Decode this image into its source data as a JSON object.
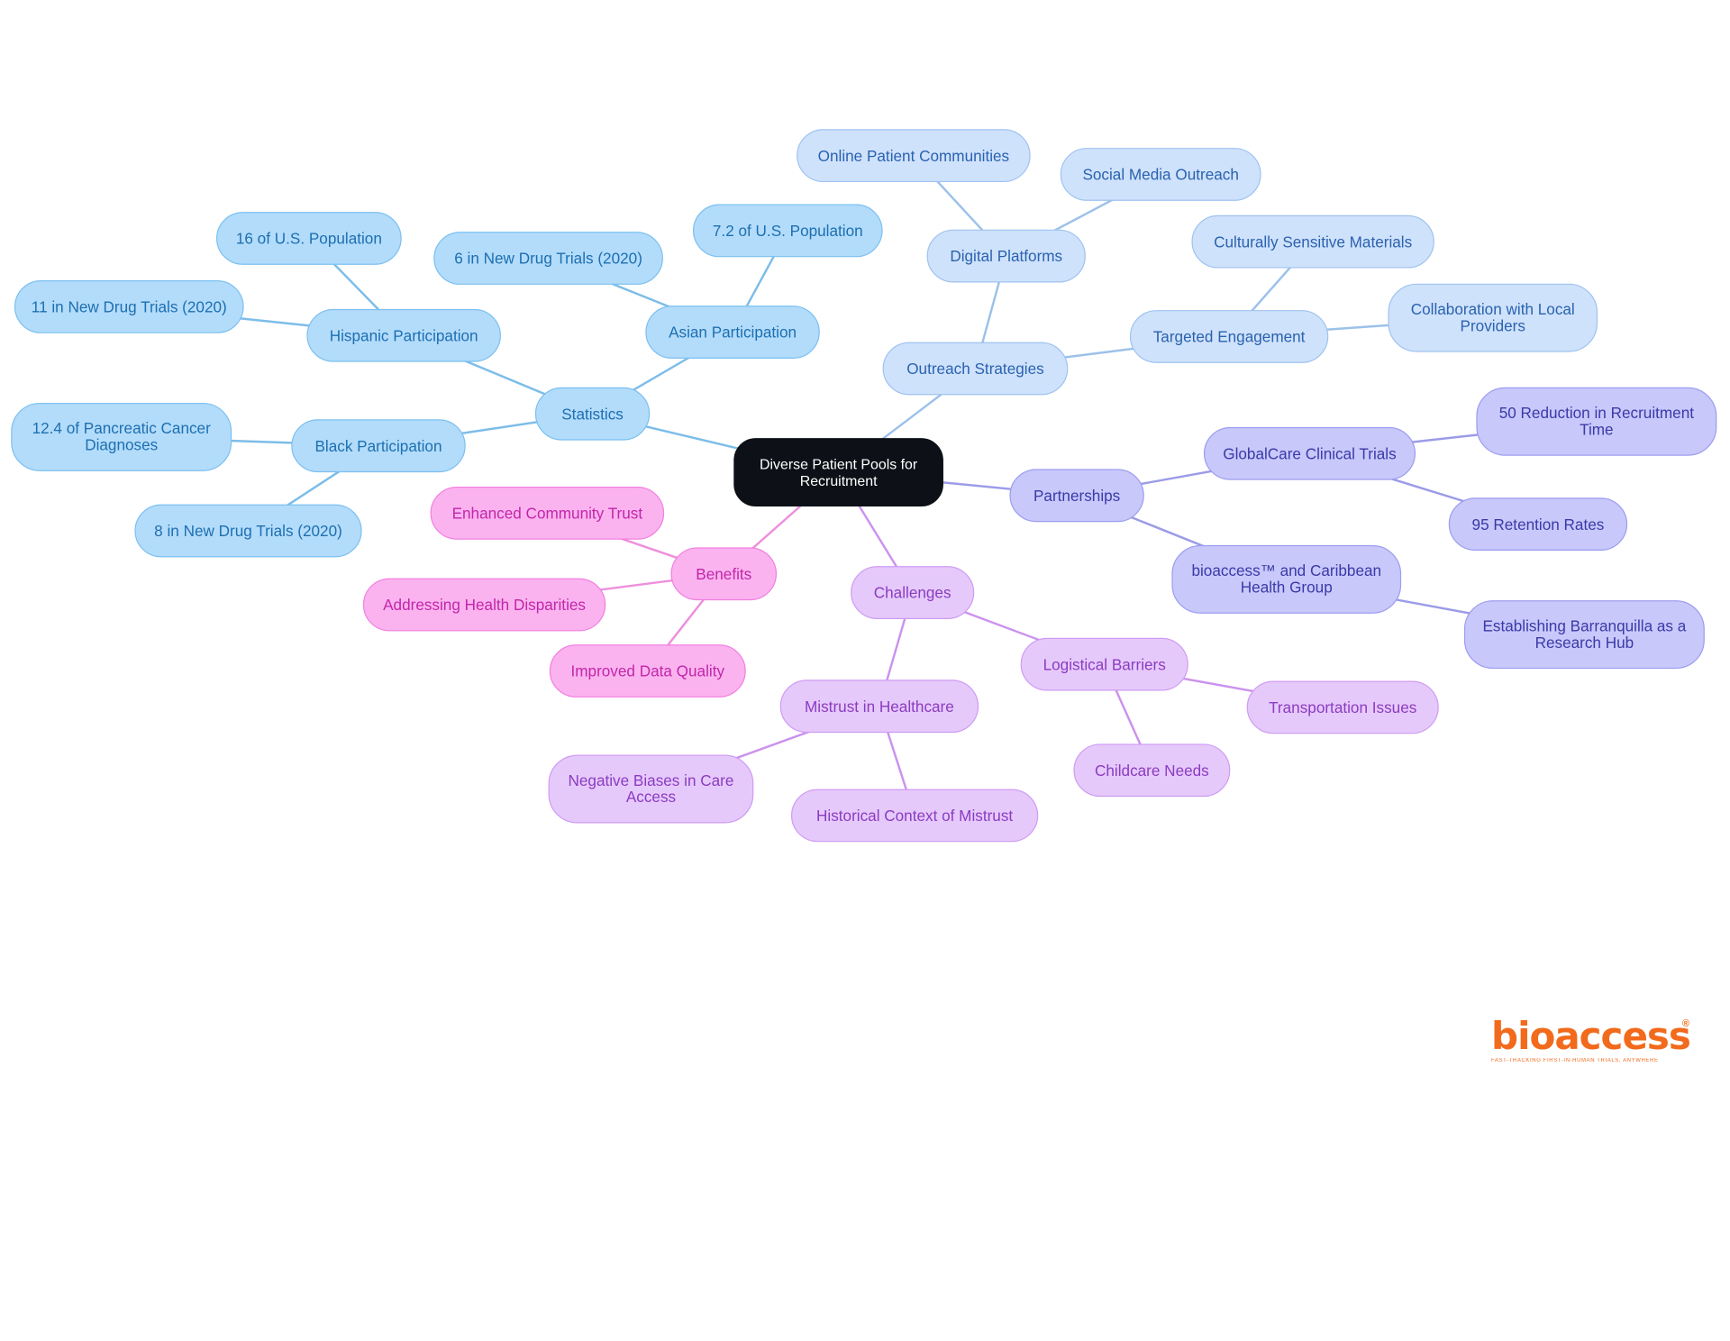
{
  "root": {
    "label": "Diverse Patient Pools for Recruitment"
  },
  "branches": [
    {
      "id": "statistics",
      "label": "Statistics",
      "children": [
        {
          "id": "hispanic",
          "label": "Hispanic Participation",
          "children": [
            {
              "id": "hisp-pop",
              "label": "16 of U.S. Population"
            },
            {
              "id": "hisp-trials",
              "label": "11 in New Drug Trials (2020)"
            }
          ]
        },
        {
          "id": "asian",
          "label": "Asian Participation",
          "children": [
            {
              "id": "asian-trials",
              "label": "6 in New Drug Trials (2020)"
            },
            {
              "id": "asian-pop",
              "label": "7.2 of U.S. Population"
            }
          ]
        },
        {
          "id": "black",
          "label": "Black Participation",
          "children": [
            {
              "id": "black-pancreatic",
              "label": "12.4 of Pancreatic Cancer Diagnoses"
            },
            {
              "id": "black-trials",
              "label": "8 in New Drug Trials (2020)"
            }
          ]
        }
      ]
    },
    {
      "id": "outreach",
      "label": "Outreach Strategies",
      "children": [
        {
          "id": "digital",
          "label": "Digital Platforms",
          "children": [
            {
              "id": "online-communities",
              "label": "Online Patient Communities"
            },
            {
              "id": "social-media",
              "label": "Social Media Outreach"
            }
          ]
        },
        {
          "id": "targeted",
          "label": "Targeted Engagement",
          "children": [
            {
              "id": "culturally-sensitive",
              "label": "Culturally Sensitive Materials"
            },
            {
              "id": "local-providers",
              "label": "Collaboration with Local Providers"
            }
          ]
        }
      ]
    },
    {
      "id": "partnerships",
      "label": "Partnerships",
      "children": [
        {
          "id": "globalcare",
          "label": "GlobalCare Clinical Trials",
          "children": [
            {
              "id": "recruitment-time",
              "label": "50 Reduction in Recruitment Time"
            },
            {
              "id": "retention",
              "label": "95 Retention Rates"
            }
          ]
        },
        {
          "id": "bioaccess-caribbean",
          "label": "bioaccess™ and Caribbean Health Group",
          "children": [
            {
              "id": "barranquilla",
              "label": "Establishing Barranquilla as a Research Hub"
            }
          ]
        }
      ]
    },
    {
      "id": "challenges",
      "label": "Challenges",
      "children": [
        {
          "id": "mistrust",
          "label": "Mistrust in Healthcare",
          "children": [
            {
              "id": "negative-biases",
              "label": "Negative Biases in Care Access"
            },
            {
              "id": "historical",
              "label": "Historical Context of Mistrust"
            }
          ]
        },
        {
          "id": "logistical",
          "label": "Logistical Barriers",
          "children": [
            {
              "id": "transportation",
              "label": "Transportation Issues"
            },
            {
              "id": "childcare",
              "label": "Childcare Needs"
            }
          ]
        }
      ]
    },
    {
      "id": "benefits",
      "label": "Benefits",
      "children": [
        {
          "id": "community-trust",
          "label": "Enhanced Community Trust"
        },
        {
          "id": "health-disparities",
          "label": "Addressing Health Disparities"
        },
        {
          "id": "data-quality",
          "label": "Improved Data Quality"
        }
      ]
    }
  ],
  "colors": {
    "root": {
      "fill": "#0d1117",
      "border": "#0d1117",
      "text": "#ffffff"
    },
    "statistics": {
      "fill": "#b3dcfb",
      "border": "#7cc0f0",
      "text": "#1d6fb0",
      "edge": "#7cbde8"
    },
    "outreach": {
      "fill": "#cfe2fb",
      "border": "#9fc3f0",
      "text": "#2a62b0",
      "edge": "#9cc1ea"
    },
    "partnerships": {
      "fill": "#c8c8fb",
      "border": "#9d9df0",
      "text": "#3a3aa8",
      "edge": "#9b9be8"
    },
    "challenges": {
      "fill": "#e6c9fb",
      "border": "#cf9cf3",
      "text": "#8a3cc0",
      "edge": "#cb92ee"
    },
    "benefits": {
      "fill": "#fbb3f0",
      "border": "#f180e0",
      "text": "#c226a8",
      "edge": "#ee8fdc"
    }
  },
  "logo": {
    "wordmark": "bioaccess",
    "registered": "®",
    "tagline": "FAST-TRACKING FIRST-IN-HUMAN TRIALS, ANYWHERE",
    "color": "#f26a1b"
  }
}
